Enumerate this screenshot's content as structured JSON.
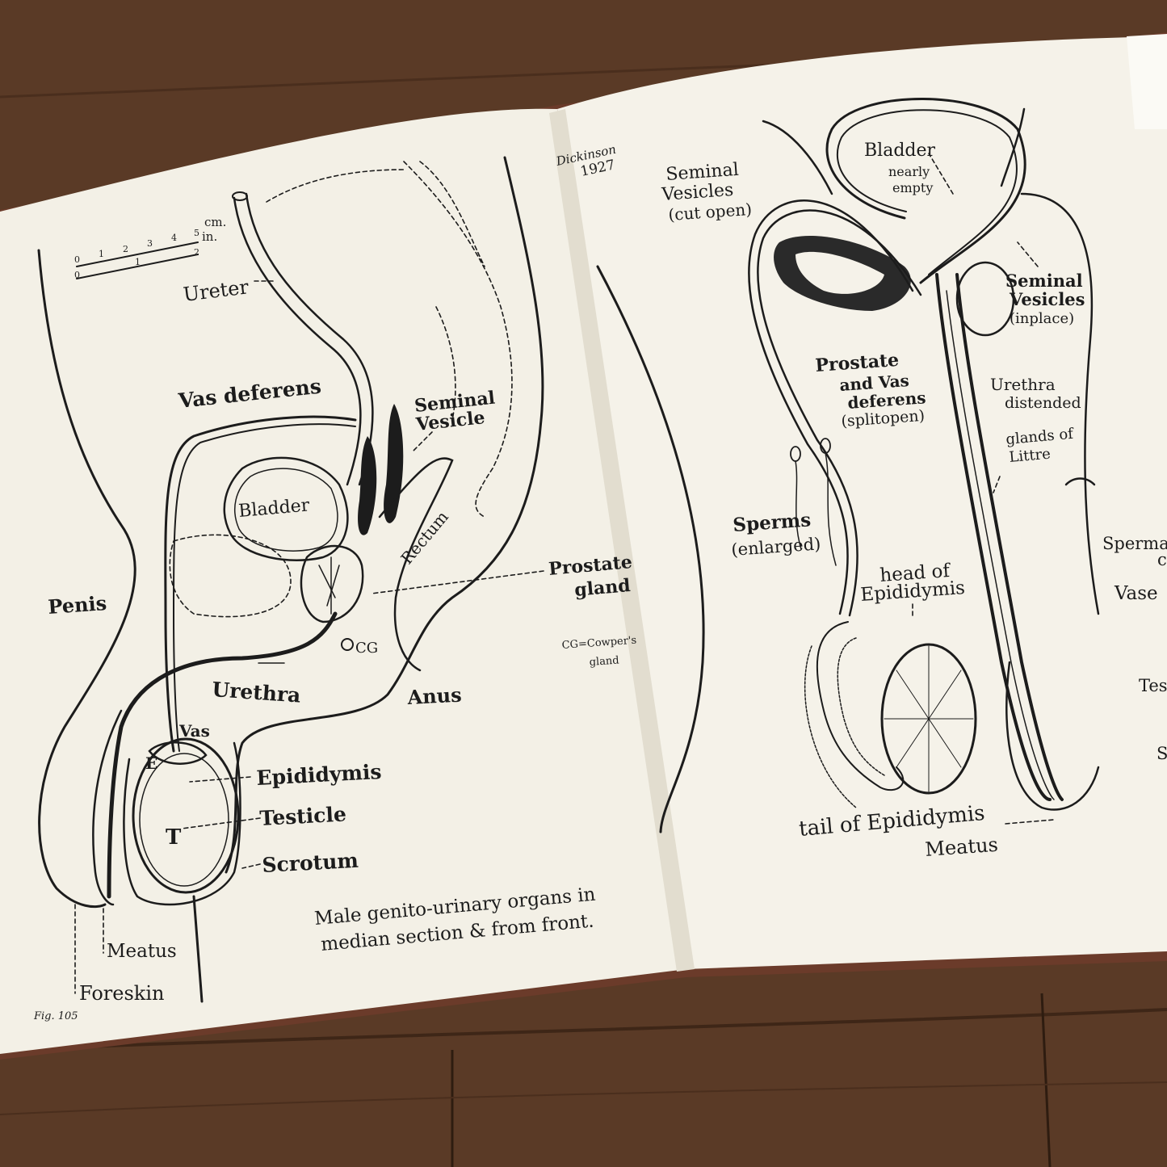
{
  "left_page": {
    "scale_cm": "cm.",
    "scale_in": "in.",
    "scale_cm_ticks": [
      "0",
      "1",
      "2",
      "3",
      "4",
      "5"
    ],
    "scale_in_ticks": [
      "0",
      "1",
      "2"
    ],
    "ureter": "Ureter",
    "vas_deferens": "Vas deferens",
    "seminal_1": "Seminal",
    "seminal_2": "Vesicle",
    "bladder": "Bladder",
    "rectum": "Rectum",
    "prostate_1": "Prostate",
    "prostate_2": "gland",
    "penis": "Penis",
    "cg": "CG",
    "cg_note_1": "CG=Cowper's",
    "cg_note_2": "gland",
    "urethra": "Urethra",
    "anus": "Anus",
    "vas": "Vas",
    "e": "E",
    "t": "T",
    "epididymis": "Epididymis",
    "testicle": "Testicle",
    "scrotum": "Scrotum",
    "caption_1": "Male genito-urinary organs in",
    "caption_2": "median section & from front.",
    "meatus": "Meatus",
    "foreskin": "Foreskin",
    "fig": "Fig. 105"
  },
  "right_page": {
    "signature": "Dickinson",
    "year": "1927",
    "bladder": "Bladder",
    "nearly": "nearly",
    "empty": "empty",
    "sv_open_1": "Seminal",
    "sv_open_2": "Vesicles",
    "sv_open_3": "(cut open)",
    "sv_place_1": "Seminal",
    "sv_place_2": "Vesicles",
    "sv_place_3": "(inplace)",
    "prostate_1": "Prostate",
    "prostate_2": "and Vas",
    "prostate_3": "deferens",
    "prostate_4": "(splitopen)",
    "urethra_1": "Urethra",
    "urethra_2": "distended",
    "littre_1": "glands of",
    "littre_2": "Littre",
    "sperms_1": "Sperms",
    "sperms_2": "(enlarged)",
    "head_1": "head of",
    "head_2": "Epididymis",
    "tail": "tail of Epididymis",
    "meatus": "Meatus",
    "sperma": "Sperma",
    "c": "c",
    "vase": "Vase",
    "tes": "Tes",
    "s": "S"
  },
  "colors": {
    "table": "#5a3a26",
    "paper": "#f3f0e6",
    "ink": "#1c1c1c"
  }
}
